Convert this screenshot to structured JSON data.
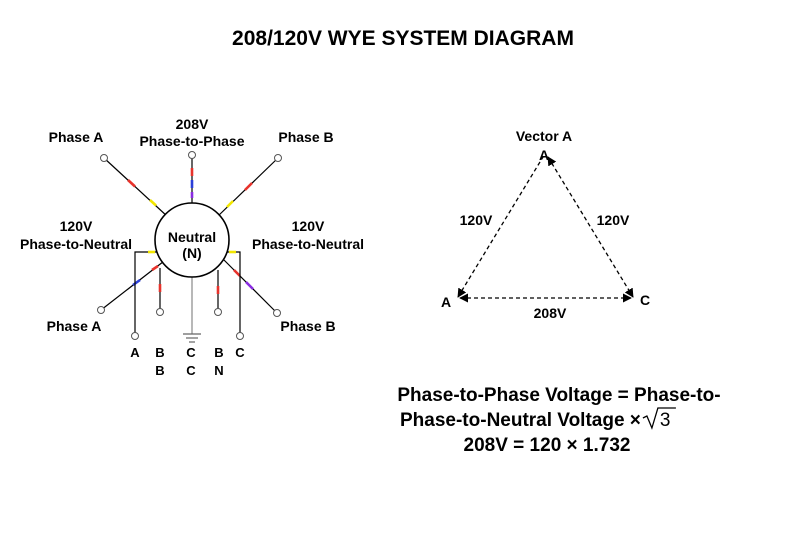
{
  "title": "208/120V WYE SYSTEM DIAGRAM",
  "wye": {
    "center_label_1": "Neutral",
    "center_label_2": "(N)",
    "phase_a_top": "Phase A",
    "phase_b_top": "Phase B",
    "phase_a_bottom": "Phase A",
    "phase_b_bottom": "Phase B",
    "ptp_voltage": "208V",
    "ptp_label": "Phase-to-Phase",
    "ptn_left_voltage": "120V",
    "ptn_left_label": "Phase-to-Neutral",
    "ptn_right_voltage": "120V",
    "ptn_right_label": "Phase-to-Neutral",
    "terminals": {
      "t1": "A",
      "t2_top": "B",
      "t2_bottom": "B",
      "t3_top": "C",
      "t3_bottom": "C",
      "t4_top": "B",
      "t4_bottom": "N",
      "t5": "C"
    }
  },
  "vector": {
    "title": "Vector A",
    "vertex_top": "A",
    "vertex_left": "A",
    "vertex_right": "C",
    "left_side": "120V",
    "right_side": "120V",
    "bottom_side": "208V"
  },
  "formula": {
    "line1": "Phase-to-Phase Voltage = Phase-to-",
    "line2": "Phase-to-Neutral Voltage × ",
    "sqrt_arg": "3",
    "line3": "208V = 120 × 1.732"
  },
  "colors": {
    "red": "#e8322b",
    "yellow": "#f2e600",
    "blue": "#2b3fd8",
    "purple": "#8a2be2",
    "ground": "#888888"
  }
}
